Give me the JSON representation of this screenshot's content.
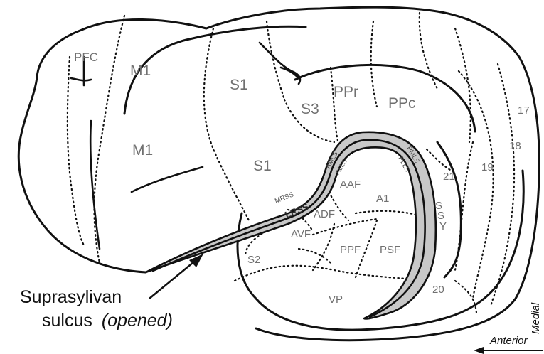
{
  "areas": {
    "pfc": "PFC",
    "m1_upper": "M1",
    "m1_lower": "M1",
    "s1_upper": "S1",
    "s1_lower": "S1",
    "s3": "S3",
    "ppr": "PPr",
    "ppc": "PPc",
    "a17": "17",
    "a18": "18",
    "a19": "19",
    "a21": "21",
    "a20": "20",
    "s2": "S2",
    "vp": "VP",
    "aaf": "AAF",
    "a1": "A1",
    "adf": "ADF",
    "avf": "AVF",
    "ppf": "PPF",
    "psf": "PSF",
    "ssy": [
      "S",
      "S",
      "Y"
    ]
  },
  "sulcus_areas": {
    "amls": "AMLS",
    "alls": "ALLS",
    "pmls": "PMLS",
    "plls": "PLLS",
    "mrss": "MRSS",
    "lrss": "LRSS"
  },
  "caption": {
    "line1": "Suprasylivan",
    "line2": "sulcus",
    "line2_italic": "(opened)"
  },
  "orientation": {
    "anterior": "Anterior",
    "medial": "Medial"
  },
  "colors": {
    "sulcus_fill": "#c8c8c8",
    "outline": "#111111",
    "label_gray": "#707070"
  }
}
